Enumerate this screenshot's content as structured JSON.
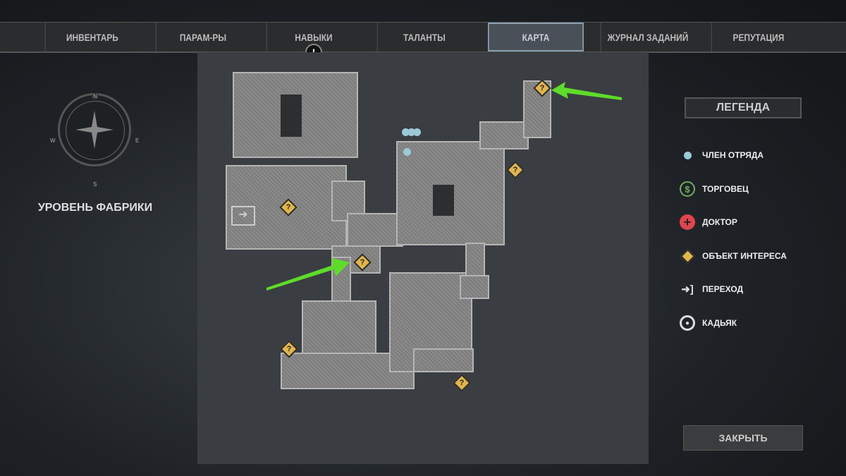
{
  "tabs": [
    {
      "label": "ИНВЕНТАРЬ"
    },
    {
      "label": "ПАРАМ-РЫ"
    },
    {
      "label": "НАВЫКИ"
    },
    {
      "label": "ТАЛАНТЫ"
    },
    {
      "label": "КАРТА",
      "active": true
    },
    {
      "label": "ЖУРНАЛ ЗАДАНИЙ"
    },
    {
      "label": "РЕПУТАЦИЯ"
    }
  ],
  "alert_badge": "!",
  "compass": {
    "n": "N",
    "s": "S",
    "e": "E",
    "w": "W"
  },
  "level_name": "УРОВЕНЬ ФАБРИКИ",
  "legend": {
    "title": "ЛЕГЕНДА",
    "items": [
      {
        "label": "ЧЛЕН ОТРЯДА",
        "icon": "squad-member-icon"
      },
      {
        "label": "ТОРГОВЕЦ",
        "icon": "merchant-icon"
      },
      {
        "label": "ДОКТОР",
        "icon": "doctor-icon"
      },
      {
        "label": "ОБЪЕКТ ИНТЕРЕСА",
        "icon": "point-of-interest-icon"
      },
      {
        "label": "ПЕРЕХОД",
        "icon": "transition-icon"
      },
      {
        "label": "КАДЬЯК",
        "icon": "kodiak-icon"
      }
    ]
  },
  "poi_mark": "?",
  "close_label": "ЗАКРЫТЬ",
  "colors": {
    "poi": "#e0b54c",
    "squad": "#9cc8d8",
    "merchant": "#6fae5f",
    "doctor": "#e0454f",
    "arrow": "#5fdc2a"
  }
}
